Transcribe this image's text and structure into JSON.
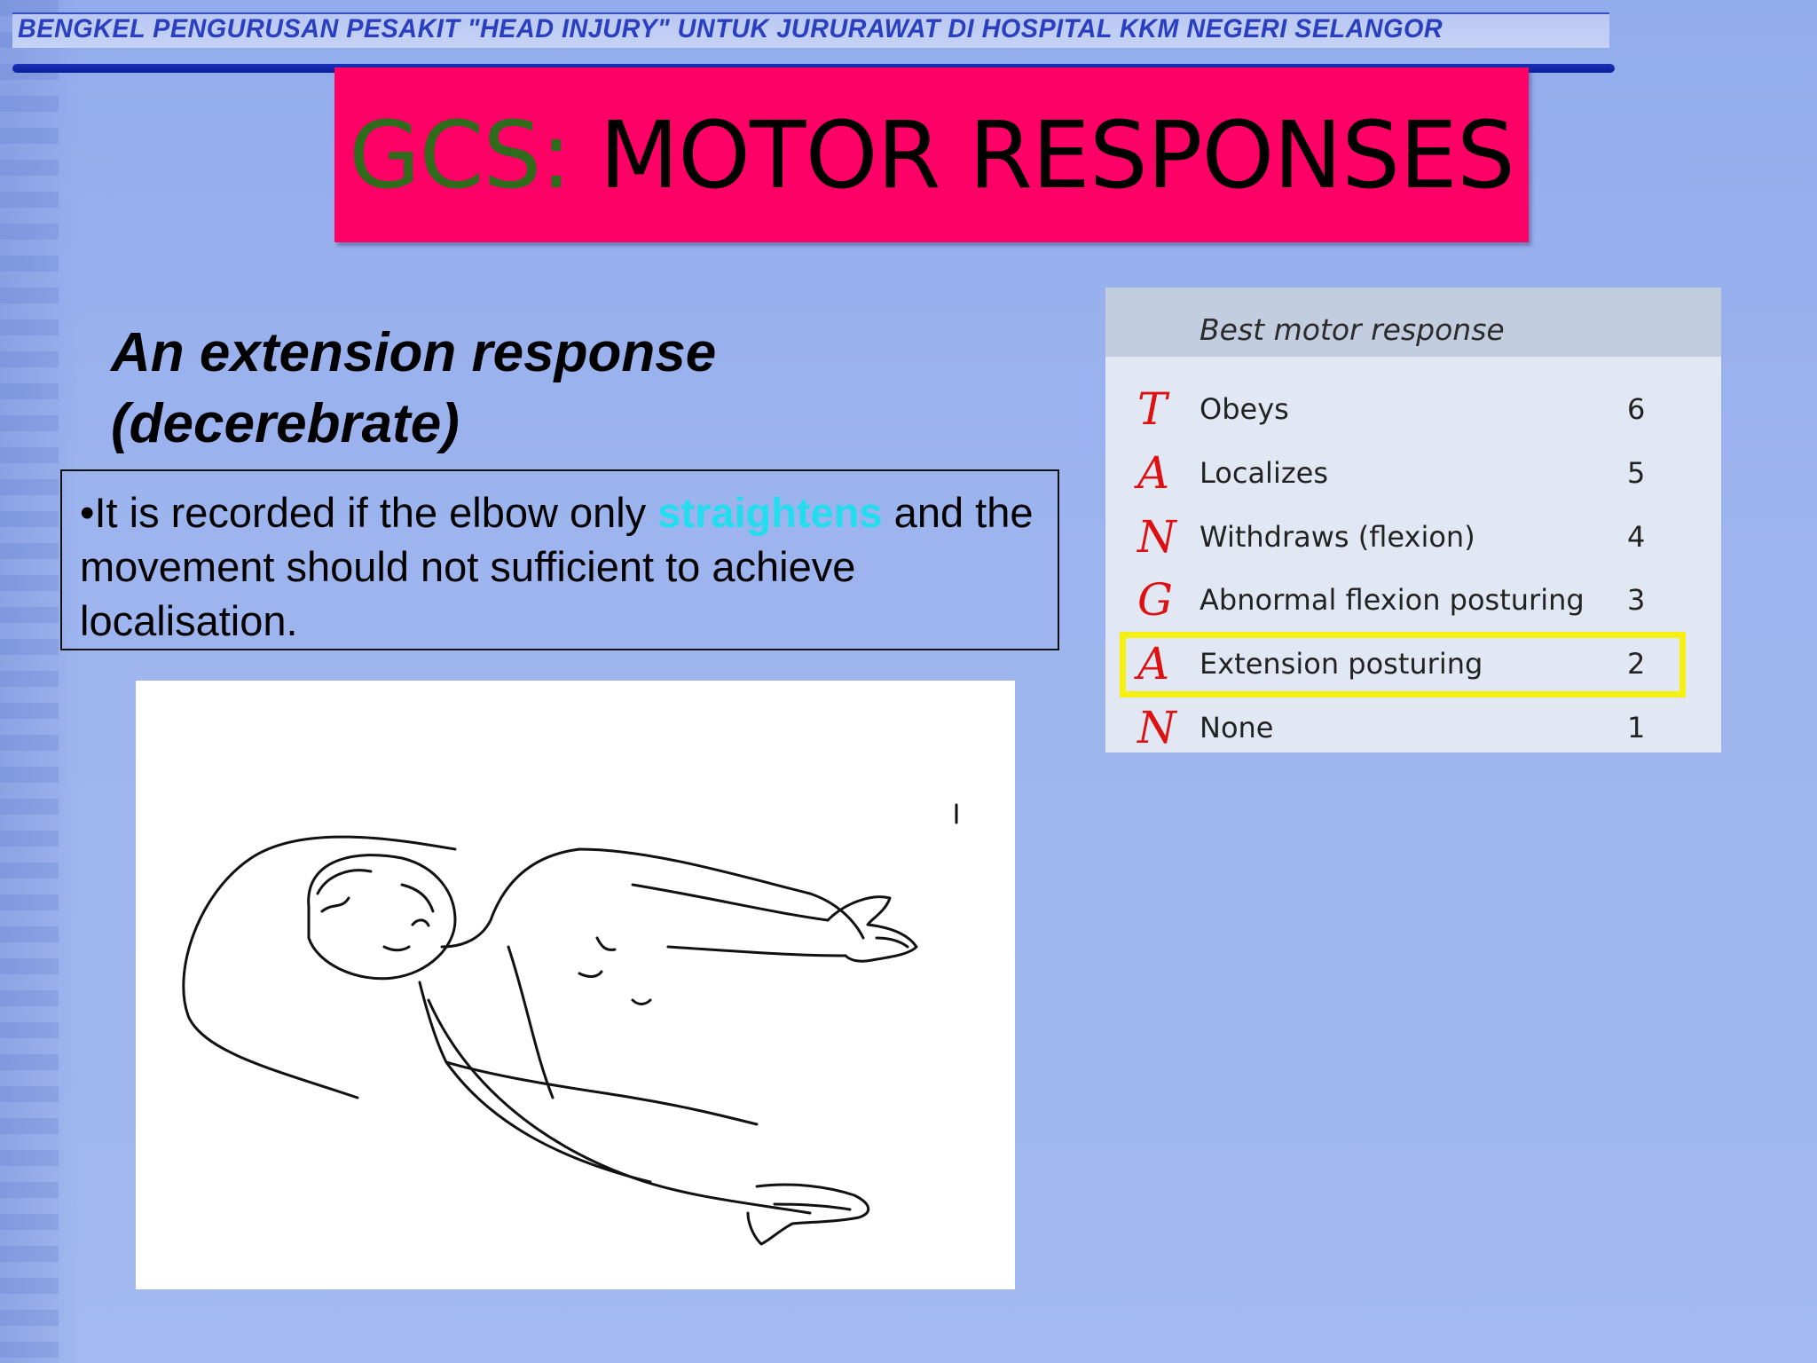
{
  "header": {
    "banner_text": "BENGKEL PENGURUSAN PESAKIT \"HEAD INJURY\" UNTUK JURURAWAT DI HOSPITAL KKM NEGERI SELANGOR"
  },
  "slide": {
    "title_prefix": "GCS:",
    "title_main": " MOTOR RESPONSES",
    "subtitle_line1": "An extension response",
    "subtitle_line2": "(decerebrate)",
    "bullet_part1": "•It is recorded if the elbow only ",
    "bullet_highlight": "straightens",
    "bullet_part2": " and the movement should not sufficient to achieve localisation."
  },
  "motor_table": {
    "heading": "Best motor response",
    "rows": [
      {
        "letter": "T",
        "label": "Obeys",
        "score": "6"
      },
      {
        "letter": "A",
        "label": "Localizes",
        "score": "5"
      },
      {
        "letter": "N",
        "label": "Withdraws (flexion)",
        "score": "4"
      },
      {
        "letter": "G",
        "label": "Abnormal flexion posturing",
        "score": "3"
      },
      {
        "letter": "A",
        "label": "Extension posturing",
        "score": "2"
      },
      {
        "letter": "N",
        "label": "None",
        "score": "1"
      }
    ],
    "highlighted_score": "2"
  },
  "colors": {
    "title_box": "#ff0066",
    "title_prefix": "#2e6b1a",
    "highlight_word": "#22ddee",
    "acronym_letters": "#dd1111",
    "row_highlight_border": "#f5f011",
    "header_rule": "#0c1f98"
  }
}
